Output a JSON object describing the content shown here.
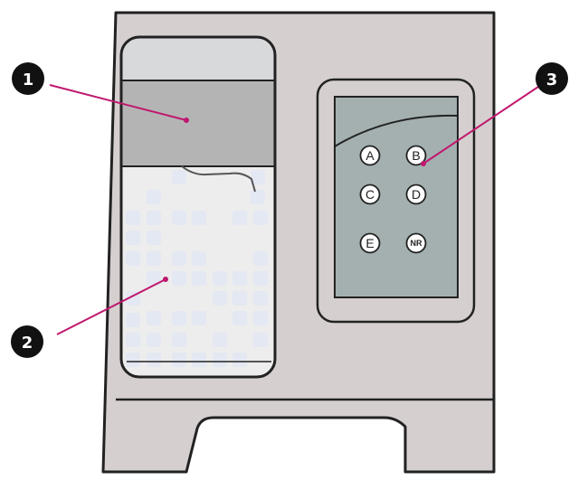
{
  "colors": {
    "body": "#d5cfcf",
    "outline": "#222222",
    "window_top": "#d8d9da",
    "window_band": "#b4b4b5",
    "window_bottom": "#ededed",
    "tiles": "#e3e8f2",
    "panel": "#a4b0b0",
    "button_face": "#ffffff",
    "callout_line": "#c0186f",
    "callout_badge": "#111111"
  },
  "callouts": [
    {
      "number": "1",
      "target": "receipt-slot"
    },
    {
      "number": "2",
      "target": "ballot-box-window"
    },
    {
      "number": "3",
      "target": "choice-button-panel"
    }
  ],
  "buttons": [
    "A",
    "B",
    "C",
    "D",
    "E",
    "NR"
  ]
}
